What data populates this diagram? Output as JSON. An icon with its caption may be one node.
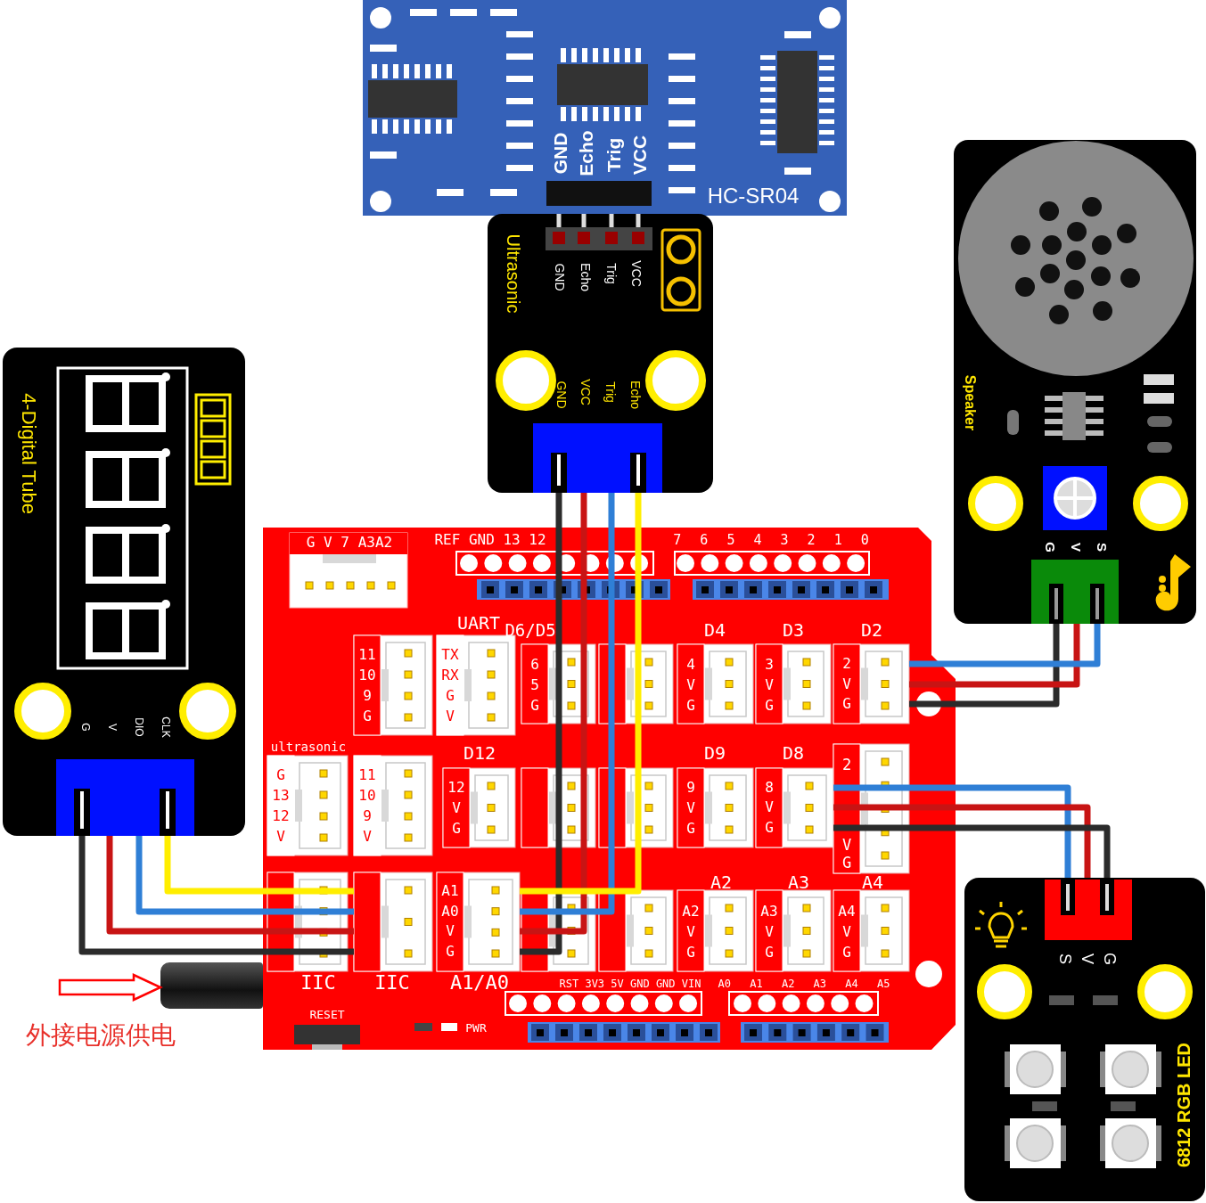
{
  "diagram": {
    "nodes": [
      {
        "text": [
          "GND",
          "Echo",
          "Trig",
          "VCC",
          "HC-SR04"
        ]
      },
      {
        "text": [
          "Ultrasonic",
          "GND",
          "Echo",
          "Trig",
          "VCC",
          "GND",
          "VCC",
          "Trig",
          "Echo"
        ]
      },
      {
        "text": [
          "4-Digital Tube",
          "G",
          "V",
          "DIO",
          "CLK"
        ]
      },
      {
        "text": [
          "Speaker",
          "G",
          "V",
          "S"
        ]
      },
      {
        "text": [
          "6812 RGB LED",
          "S",
          "V",
          "G"
        ]
      },
      {
        "text": [],
        "shape": "box"
      },
      {
        "text": [
          "IIC"
        ],
        "in": 5
      },
      {
        "text": [
          "A1",
          "A0",
          "V",
          "G",
          "A1/A0"
        ],
        "in": 5
      },
      {
        "text": [
          "D2",
          "2",
          "V",
          "G"
        ],
        "in": 5
      },
      {
        "text": [
          "D8",
          "8",
          "V",
          "G"
        ],
        "in": 5
      },
      {
        "text": [],
        "shape": "cylinder"
      }
    ],
    "edges": [
      {
        "from": 2,
        "to": 6,
        "arrow": "none",
        "color": "#2b2b2b"
      },
      {
        "from": 2,
        "to": 6,
        "arrow": "none",
        "color": "#c81414"
      },
      {
        "from": 2,
        "to": 6,
        "arrow": "none",
        "color": "#2f7fd6"
      },
      {
        "from": 2,
        "to": 6,
        "arrow": "none",
        "color": "#ffee00"
      },
      {
        "from": 1,
        "to": 7,
        "arrow": "none",
        "color": "#2b2b2b"
      },
      {
        "from": 1,
        "to": 7,
        "arrow": "none",
        "color": "#c81414"
      },
      {
        "from": 1,
        "to": 7,
        "arrow": "none",
        "color": "#2f7fd6"
      },
      {
        "from": 1,
        "to": 7,
        "arrow": "none",
        "color": "#ffee00"
      },
      {
        "from": 3,
        "to": 8,
        "arrow": "none",
        "color": "#2b2b2b"
      },
      {
        "from": 3,
        "to": 8,
        "arrow": "none",
        "color": "#c81414"
      },
      {
        "from": 3,
        "to": 8,
        "arrow": "none",
        "color": "#2f7fd6"
      },
      {
        "from": 4,
        "to": 9,
        "arrow": "none",
        "color": "#2f7fd6"
      },
      {
        "from": 4,
        "to": 9,
        "arrow": "none",
        "color": "#c81414"
      },
      {
        "from": 4,
        "to": 9,
        "arrow": "none",
        "color": "#2b2b2b"
      },
      {
        "from": null,
        "to": 10,
        "arrow": "to",
        "color": "#ff0000"
      }
    ],
    "labels": [
      "G V 7 A3A2",
      "REF GND 13 12",
      "7 6 5 4 3 2 1 0",
      "UART",
      "11 10 9 G",
      "TX RX G V",
      "D6/D5",
      "6 5 G",
      "D4",
      "4 V G",
      "D3",
      "3 V G",
      "ultrasonic",
      "G 13 12 V",
      "11 10 9 V",
      "D12",
      "12 V G",
      "D9",
      "9 V G",
      "2",
      "V",
      "G",
      "IIC",
      "A2",
      "A2 V G",
      "A3",
      "A3 V G",
      "A4",
      "A4 V G",
      "RST 3V3 5V GND GND VIN",
      "A0 A1 A2 A3 A4 A5",
      "RESET",
      "PWR",
      "外接电源供电"
    ]
  }
}
